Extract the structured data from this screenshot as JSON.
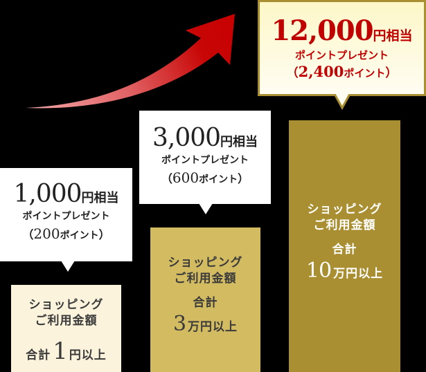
{
  "arrow": {
    "icon": "rising-arrow-icon",
    "color_start": "#f2a3a6",
    "color_end": "#c80000"
  },
  "tiers": [
    {
      "bubble": {
        "amount_num": "1,000",
        "amount_unit": "円相当",
        "line2": "ポイントプレゼント",
        "line3_open": "（",
        "line3_num": "200",
        "line3_unit": "ポイント",
        "line3_close": "）"
      },
      "bar": {
        "line1": "ショッピング",
        "line2": "ご利用金額",
        "total_label": "合計",
        "total_num": "1",
        "total_unit": "円以上",
        "bg_color": "#fbf3dc",
        "text_color": "#3a3a3a"
      }
    },
    {
      "bubble": {
        "amount_num": "3,000",
        "amount_unit": "円相当",
        "line2": "ポイントプレゼント",
        "line3_open": "（",
        "line3_num": "600",
        "line3_unit": "ポイント",
        "line3_close": "）"
      },
      "bar": {
        "line1": "ショッピング",
        "line2": "ご利用金額",
        "total_label": "合計",
        "total_num": "3",
        "total_unit": "万円以上",
        "bg_color": "#d3bb62",
        "text_color": "#3a3a3a"
      }
    },
    {
      "bubble": {
        "amount_num": "12,000",
        "amount_unit": "円相当",
        "line2": "ポイントプレゼント",
        "line3_open": "（",
        "line3_num": "2,400",
        "line3_unit": "ポイント",
        "line3_close": "）",
        "text_color": "#c00000",
        "border_color": "#a98f32"
      },
      "bar": {
        "line1": "ショッピング",
        "line2": "ご利用金額",
        "total_label": "合計",
        "total_num": "10",
        "total_unit": "万円以上",
        "bg_color": "#a98f32",
        "text_color": "#ffffff"
      }
    }
  ]
}
